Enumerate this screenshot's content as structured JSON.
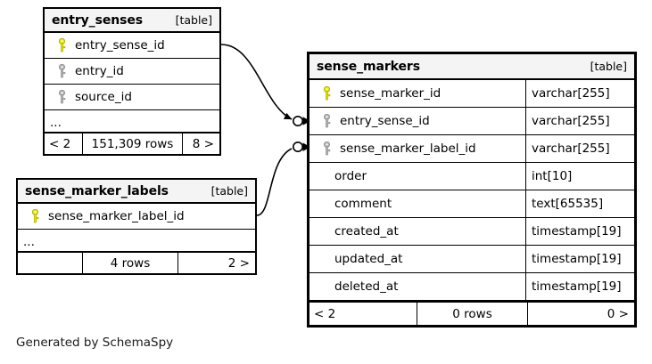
{
  "diagram": {
    "type": "entity-relationship-diagram",
    "generator_note": "Generated by SchemaSpy",
    "key_colors": {
      "primary_key": "#e8e800",
      "foreign_key": "#aaaaaa"
    }
  },
  "tables": {
    "entry_senses": {
      "name": "entry_senses",
      "kind": "[table]",
      "columns": [
        {
          "key": "primary",
          "name": "entry_sense_id"
        },
        {
          "key": "foreign",
          "name": "entry_id"
        },
        {
          "key": "foreign",
          "name": "source_id"
        }
      ],
      "truncation": "...",
      "footer": {
        "left": "< 2",
        "middle": "151,309 rows",
        "right": "8 >"
      }
    },
    "sense_marker_labels": {
      "name": "sense_marker_labels",
      "kind": "[table]",
      "columns": [
        {
          "key": "primary",
          "name": "sense_marker_label_id"
        }
      ],
      "truncation": "...",
      "footer": {
        "left": "",
        "middle": "4 rows",
        "right": "2 >"
      }
    },
    "sense_markers": {
      "name": "sense_markers",
      "kind": "[table]",
      "columns": [
        {
          "key": "primary",
          "name": "sense_marker_id",
          "type": "varchar[255]"
        },
        {
          "key": "foreign",
          "name": "entry_sense_id",
          "type": "varchar[255]"
        },
        {
          "key": "foreign",
          "name": "sense_marker_label_id",
          "type": "varchar[255]"
        },
        {
          "key": "none",
          "name": "order",
          "type": "int[10]"
        },
        {
          "key": "none",
          "name": "comment",
          "type": "text[65535]"
        },
        {
          "key": "none",
          "name": "created_at",
          "type": "timestamp[19]"
        },
        {
          "key": "none",
          "name": "updated_at",
          "type": "timestamp[19]"
        },
        {
          "key": "none",
          "name": "deleted_at",
          "type": "timestamp[19]"
        }
      ],
      "footer": {
        "left": "< 2",
        "middle": "0 rows",
        "right": "0 >"
      }
    }
  },
  "relationships": [
    {
      "name": "entry_senses-to-sense_markers",
      "from_table": "entry_senses",
      "from_column": "entry_sense_id",
      "to_table": "sense_markers",
      "to_column": "entry_sense_id"
    },
    {
      "name": "sense_marker_labels-to-sense_markers",
      "from_table": "sense_marker_labels",
      "from_column": "sense_marker_label_id",
      "to_table": "sense_markers",
      "to_column": "sense_marker_label_id"
    }
  ]
}
